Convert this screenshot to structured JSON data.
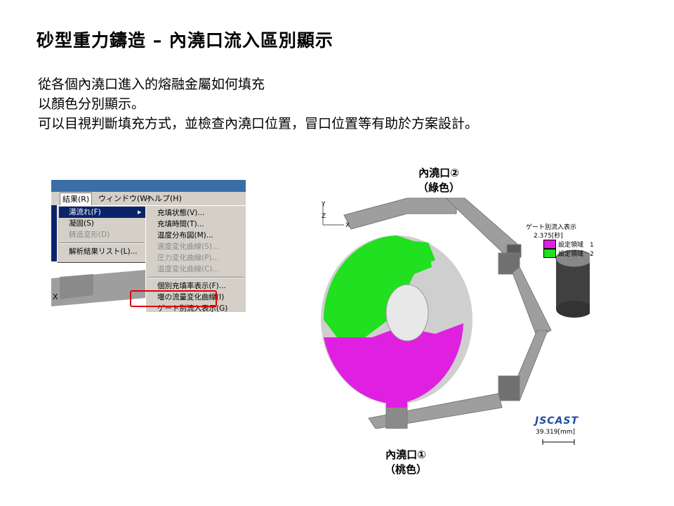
{
  "title": "砂型重力鑄造 – 內澆口流入區別顯示",
  "description": [
    "從各個內澆口進入的熔融金屬如何填充",
    "以顏色分別顯示。",
    "可以目視判斷填充方式，並檢查內澆口位置，冒口位置等有助於方案設計。"
  ],
  "menu": {
    "bar": [
      "結果(R)",
      "ウィンドウ(W)",
      "ヘルプ(H)"
    ],
    "left_items": [
      {
        "label": "湯流れ(F)",
        "state": "highlighted"
      },
      {
        "label": "凝固(S)",
        "state": "normal"
      },
      {
        "label": "鋳造変形(D)",
        "state": "disabled"
      },
      {
        "label": "解析結果リスト(L)...",
        "state": "normal"
      }
    ],
    "right_items": [
      {
        "label": "充填状態(V)...",
        "state": "normal"
      },
      {
        "label": "充填時間(T)...",
        "state": "normal"
      },
      {
        "label": "温度分布図(M)...",
        "state": "normal"
      },
      {
        "label": "速度変化曲線(S)...",
        "state": "disabled"
      },
      {
        "label": "圧力変化曲線(P)...",
        "state": "disabled"
      },
      {
        "label": "温度変化曲線(C)...",
        "state": "disabled"
      },
      {
        "label": "個別充填率表示(F)...",
        "state": "normal"
      },
      {
        "label": "堰の流量変化曲線(I)",
        "state": "normal"
      },
      {
        "label": "ゲート別流入表示(G)",
        "state": "normal"
      }
    ]
  },
  "gate2_label": {
    "line1": "內澆口②",
    "line2": "（綠色）"
  },
  "gate1_label": {
    "line1": "內澆口①",
    "line2": "（桃色）"
  },
  "legend": {
    "title": "ゲート別流入表示",
    "time": "2.375[秒]",
    "items": [
      {
        "label": "設定領域　1",
        "color": "#e020e0"
      },
      {
        "label": "設定領域　2",
        "color": "#20e020"
      }
    ]
  },
  "brand": "JSCAST",
  "scale": "39.319[mm]",
  "axes": {
    "y": "Y",
    "z": "Z",
    "x": "X"
  },
  "colors": {
    "pink": "#e020e0",
    "green": "#20e020",
    "runner": "#9e9e9e"
  }
}
